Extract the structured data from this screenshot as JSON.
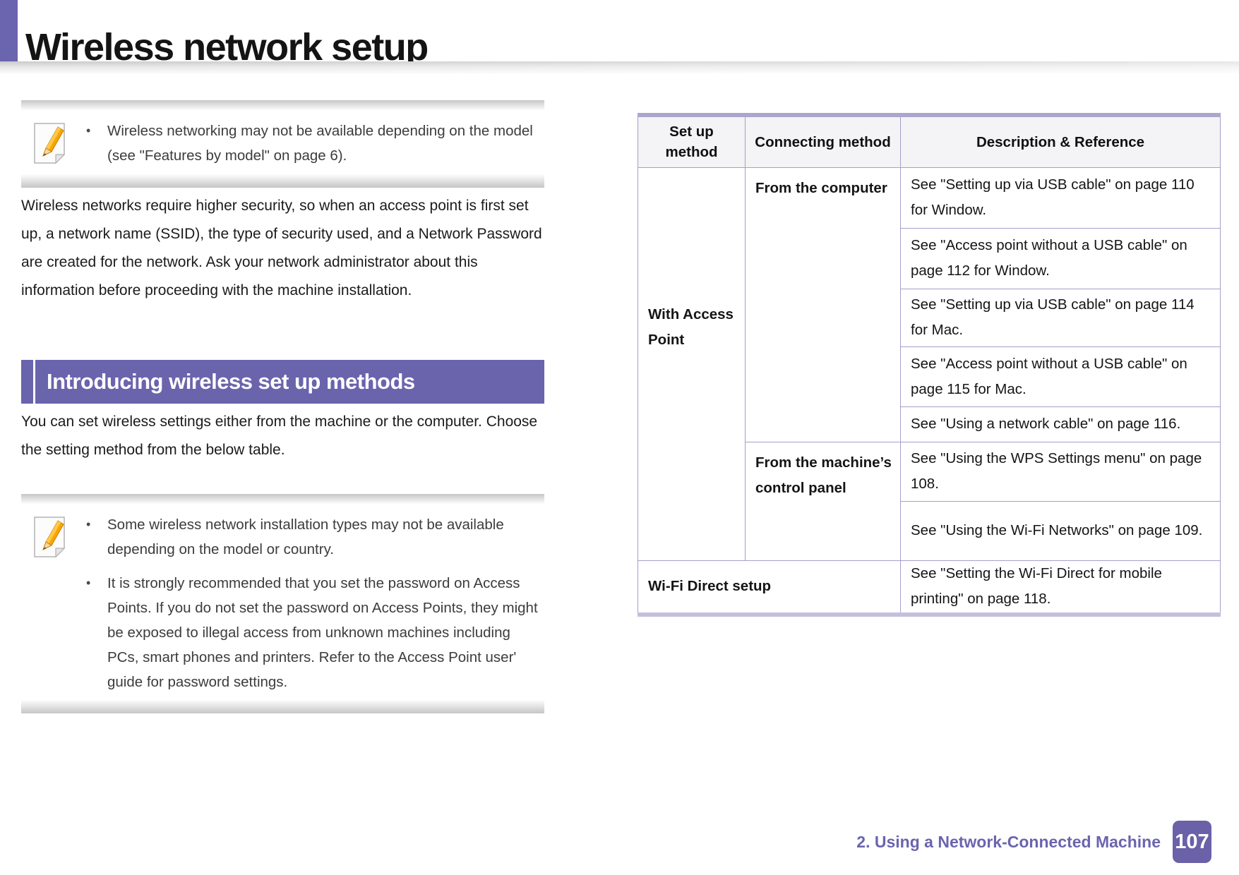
{
  "page": {
    "title": "Wireless network setup",
    "footer_chapter": "2.  Using a Network-Connected Machine",
    "footer_page_number": "107"
  },
  "note_top": {
    "bullets": [
      "Wireless networking may not be available depending on the model (see \"Features by model\" on page 6)."
    ]
  },
  "intro_paragraph": "Wireless networks require higher security, so when an access point is first set up, a network name (SSID), the type of security used, and a Network Password are created for the network. Ask your network administrator about this information before proceeding with the machine installation.",
  "section": {
    "heading": "Introducing wireless set up methods",
    "paragraph": "You can set wireless settings either from the machine or the computer. Choose the setting method from the below table."
  },
  "note_bottom": {
    "bullets": [
      "Some wireless network installation types may not be available depending on the model or country.",
      "It is strongly recommended that you set the password on Access Points. If you do not set the password on Access Points, they might be exposed to illegal access from unknown machines including PCs, smart phones and printers. Refer to the Access Point user' guide for password settings."
    ]
  },
  "table": {
    "headers": [
      "Set up method",
      "Connecting method",
      "Description & Reference"
    ],
    "with_access_point_label": "With Access Point",
    "from_computer_label": "From the computer",
    "from_panel_label": "From the machine’s control panel",
    "wifi_direct_label": "Wi-Fi Direct setup",
    "descriptions": {
      "usb_win": "See \"Setting up via USB cable\" on page 110 for Window.",
      "ap_no_usb_win": "See \"Access point without a USB cable\" on page 112 for Window.",
      "usb_mac": "See \"Setting up via USB cable\" on page 114 for Mac.",
      "ap_no_usb_mac": "See \"Access point without a USB cable\" on page 115 for Mac.",
      "network_cable": "See \"Using a network cable\" on page 116.",
      "wps_menu": "See \"Using the WPS Settings menu\" on page 108.",
      "wifi_networks": "See \"Using the Wi-Fi Networks\" on page 109.",
      "wifi_direct": "See \"Setting the Wi-Fi Direct for mobile printing\" on page 118."
    }
  },
  "colors": {
    "accent_purple": "#6B64AE",
    "heading_bar_purple": "#6A64AD",
    "badge_purple": "#6A61A9",
    "table_border_lavender": "#A59FCC",
    "header_cell_bg": "#F4F3F5"
  }
}
